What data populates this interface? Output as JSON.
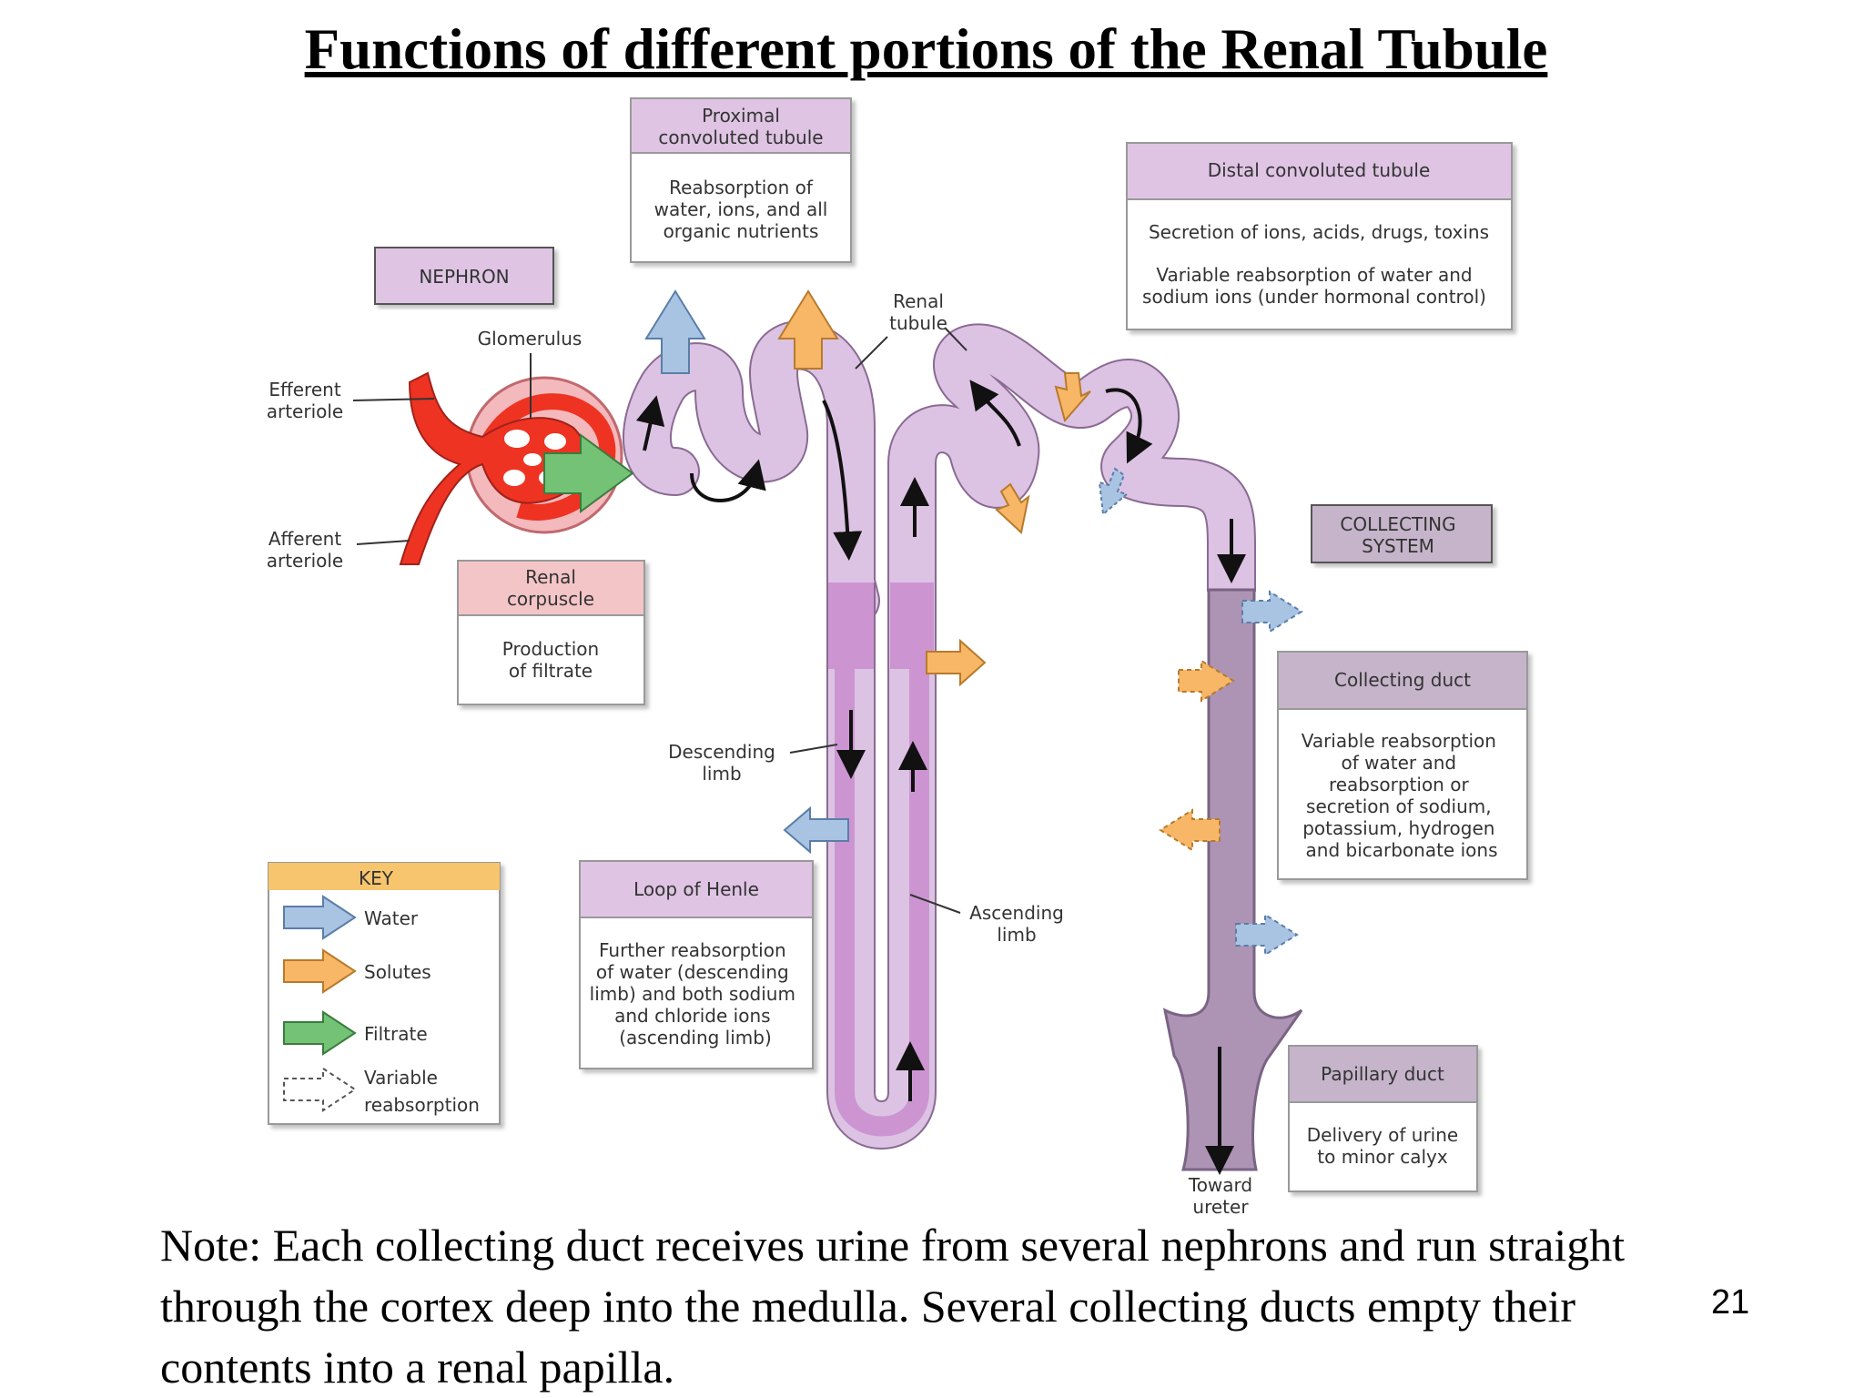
{
  "title": "Functions of different portions of the Renal Tubule",
  "note": "Note: Each collecting duct receives urine from several nephrons and run straight through the cortex deep into the medulla. Several collecting ducts empty their contents into a renal papilla.",
  "page_number": "21",
  "colors": {
    "tubule": "#dcc3e3",
    "loop": "#cc95d2",
    "collecting": "#ad94b5",
    "vessel": "#ee3322",
    "glomerulus_capsule": "#f4b9bc",
    "water": "#a9c3e3",
    "solutes": "#f7b766",
    "filtrate": "#74c276",
    "box_header_purple": "#dfc4e4",
    "box_header_pink": "#f4c5c7",
    "box_header_collecting": "#c5b4ca",
    "key_header": "#f7c56e"
  },
  "boxes": {
    "pct": {
      "header": [
        "Proximal",
        "convoluted tubule"
      ],
      "body": [
        "Reabsorption of",
        "water, ions, and all",
        "organic nutrients"
      ]
    },
    "dct": {
      "header": [
        "Distal convoluted tubule"
      ],
      "body1": "Secretion of ions, acids, drugs, toxins",
      "body2": [
        "Variable reabsorption of water and",
        "sodium ions (under hormonal control)"
      ]
    },
    "nephron": "NEPHRON",
    "collecting_system": [
      "COLLECTING",
      "SYSTEM"
    ],
    "renal_corpuscle": {
      "header": [
        "Renal",
        "corpuscle"
      ],
      "body": [
        "Production",
        "of filtrate"
      ]
    },
    "loop_of_henle": {
      "header": [
        "Loop of Henle"
      ],
      "body": [
        "Further reabsorption",
        "of water (descending",
        "limb) and both sodium",
        "and chloride ions",
        "(ascending limb)"
      ]
    },
    "collecting_duct": {
      "header": [
        "Collecting duct"
      ],
      "body": [
        "Variable reabsorption",
        "of water and",
        "reabsorption or",
        "secretion of sodium,",
        "potassium, hydrogen",
        "and bicarbonate ions"
      ]
    },
    "papillary_duct": {
      "header": [
        "Papillary duct"
      ],
      "body": [
        "Delivery of urine",
        "to minor calyx"
      ]
    }
  },
  "labels": {
    "glomerulus": "Glomerulus",
    "efferent": [
      "Efferent",
      "arteriole"
    ],
    "afferent": [
      "Afferent",
      "arteriole"
    ],
    "renal_tubule": [
      "Renal",
      "tubule"
    ],
    "descending_limb": [
      "Descending",
      "limb"
    ],
    "ascending_limb": [
      "Ascending",
      "limb"
    ],
    "toward_ureter": [
      "Toward",
      "ureter"
    ]
  },
  "key": {
    "title": "KEY",
    "water": "Water",
    "solutes": "Solutes",
    "filtrate": "Filtrate",
    "variable": [
      "Variable",
      "reabsorption"
    ]
  }
}
